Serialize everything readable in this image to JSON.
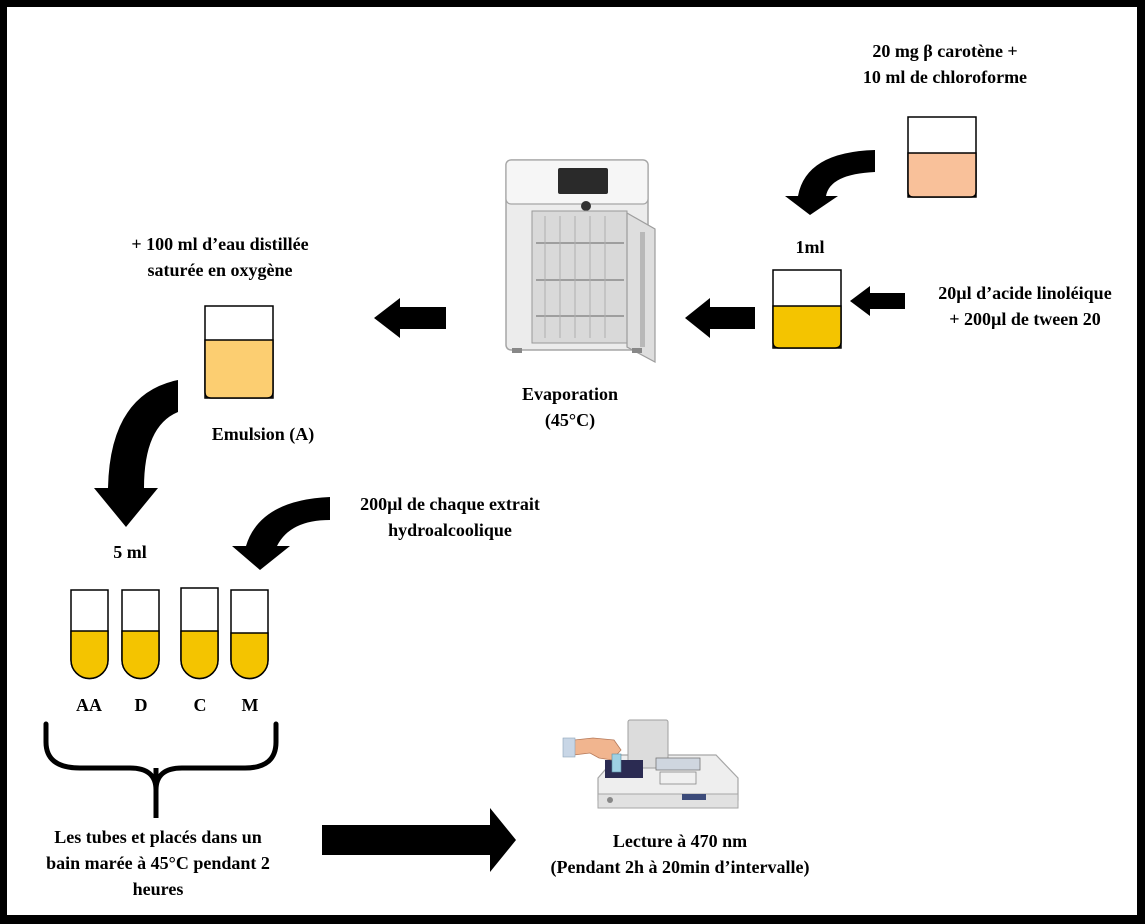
{
  "colors": {
    "beaker_pink": "#f9c19a",
    "beaker_light_yellow": "#fcce71",
    "beaker_yellow": "#f4c400",
    "arrow": "#000000"
  },
  "labels": {
    "carotene": [
      "20 mg β carotène +",
      "10 ml de chloroforme"
    ],
    "volume_1ml": "1ml",
    "linoleic": [
      "20µl d’acide linoléique",
      "+ 200µl de tween 20"
    ],
    "evaporation": [
      "Evaporation",
      "(45°C)"
    ],
    "water": [
      "+ 100 ml d’eau distillée",
      "saturée en oxygène"
    ],
    "emulsion": "Emulsion (A)",
    "volume_5ml": "5 ml",
    "extract": [
      "200µl de chaque extrait",
      "hydroalcoolique"
    ],
    "tubes": [
      "AA",
      "D",
      "C",
      "M"
    ],
    "incubation": [
      "Les tubes et placés dans un",
      "bain marée à 45°C pendant 2",
      "heures"
    ],
    "reading": [
      "Lecture à 470 nm",
      "(Pendant 2h à 20min d’intervalle)"
    ]
  },
  "icons": {
    "oven": "incubator-oven-icon",
    "spectrophotometer": "spectrophotometer-icon"
  }
}
